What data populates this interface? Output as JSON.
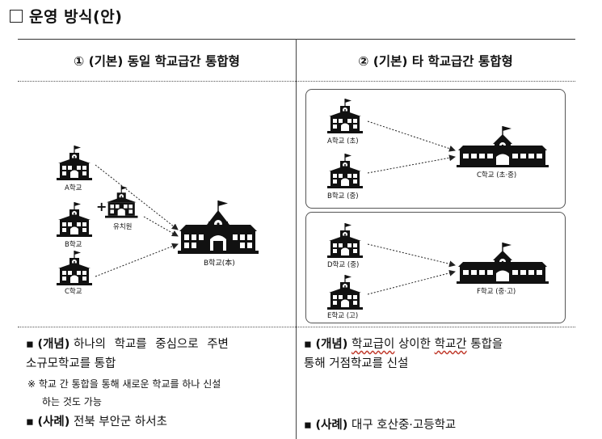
{
  "heading": {
    "marker": "□",
    "title": "운영 방식(안)"
  },
  "columns": {
    "left": {
      "title": "① (기본) 동일 학교급간 통합형"
    },
    "right": {
      "title": "② (기본) 타 학교급간 통합형"
    }
  },
  "left_diagram": {
    "schools": [
      {
        "label": "A학교"
      },
      {
        "label": "B학교"
      },
      {
        "label": "유치원"
      },
      {
        "label": "C학교"
      }
    ],
    "plus": "+",
    "target": {
      "label": "B학교(本)"
    }
  },
  "right_diagram": {
    "top_panel": {
      "schools": [
        {
          "label": "A학교 (초)"
        },
        {
          "label": "B학교 (중)"
        }
      ],
      "target": {
        "label": "C학교 (초·중)"
      }
    },
    "bottom_panel": {
      "schools": [
        {
          "label": "D학교 (중)"
        },
        {
          "label": "E학교 (고)"
        }
      ],
      "target": {
        "label": "F학교 (중·고)"
      }
    }
  },
  "left_text": {
    "concept_marker": "▪",
    "concept_tag": "(개념)",
    "concept_line1": "하나의 학교를 중심으로 주변",
    "concept_line2": "소규모학교를 통합",
    "note_marker": "※",
    "note_line1": "학교 간 통합을 통해 새로운 학교를 하나 신설",
    "note_line2": "하는 것도 가능",
    "case_marker": "▪",
    "case_tag": "(사례)",
    "case_text": "전북 부안군 하서초"
  },
  "right_text": {
    "concept_marker": "▪",
    "concept_tag": "(개념)",
    "concept_w1": "학교급이",
    "concept_w2": "상이한",
    "concept_w3": "학교간",
    "concept_w4": "통합을",
    "concept_line2": "통해 거점학교를 신설",
    "case_marker": "▪",
    "case_tag": "(사례)",
    "case_text": "대구 호산중·고등학교"
  }
}
